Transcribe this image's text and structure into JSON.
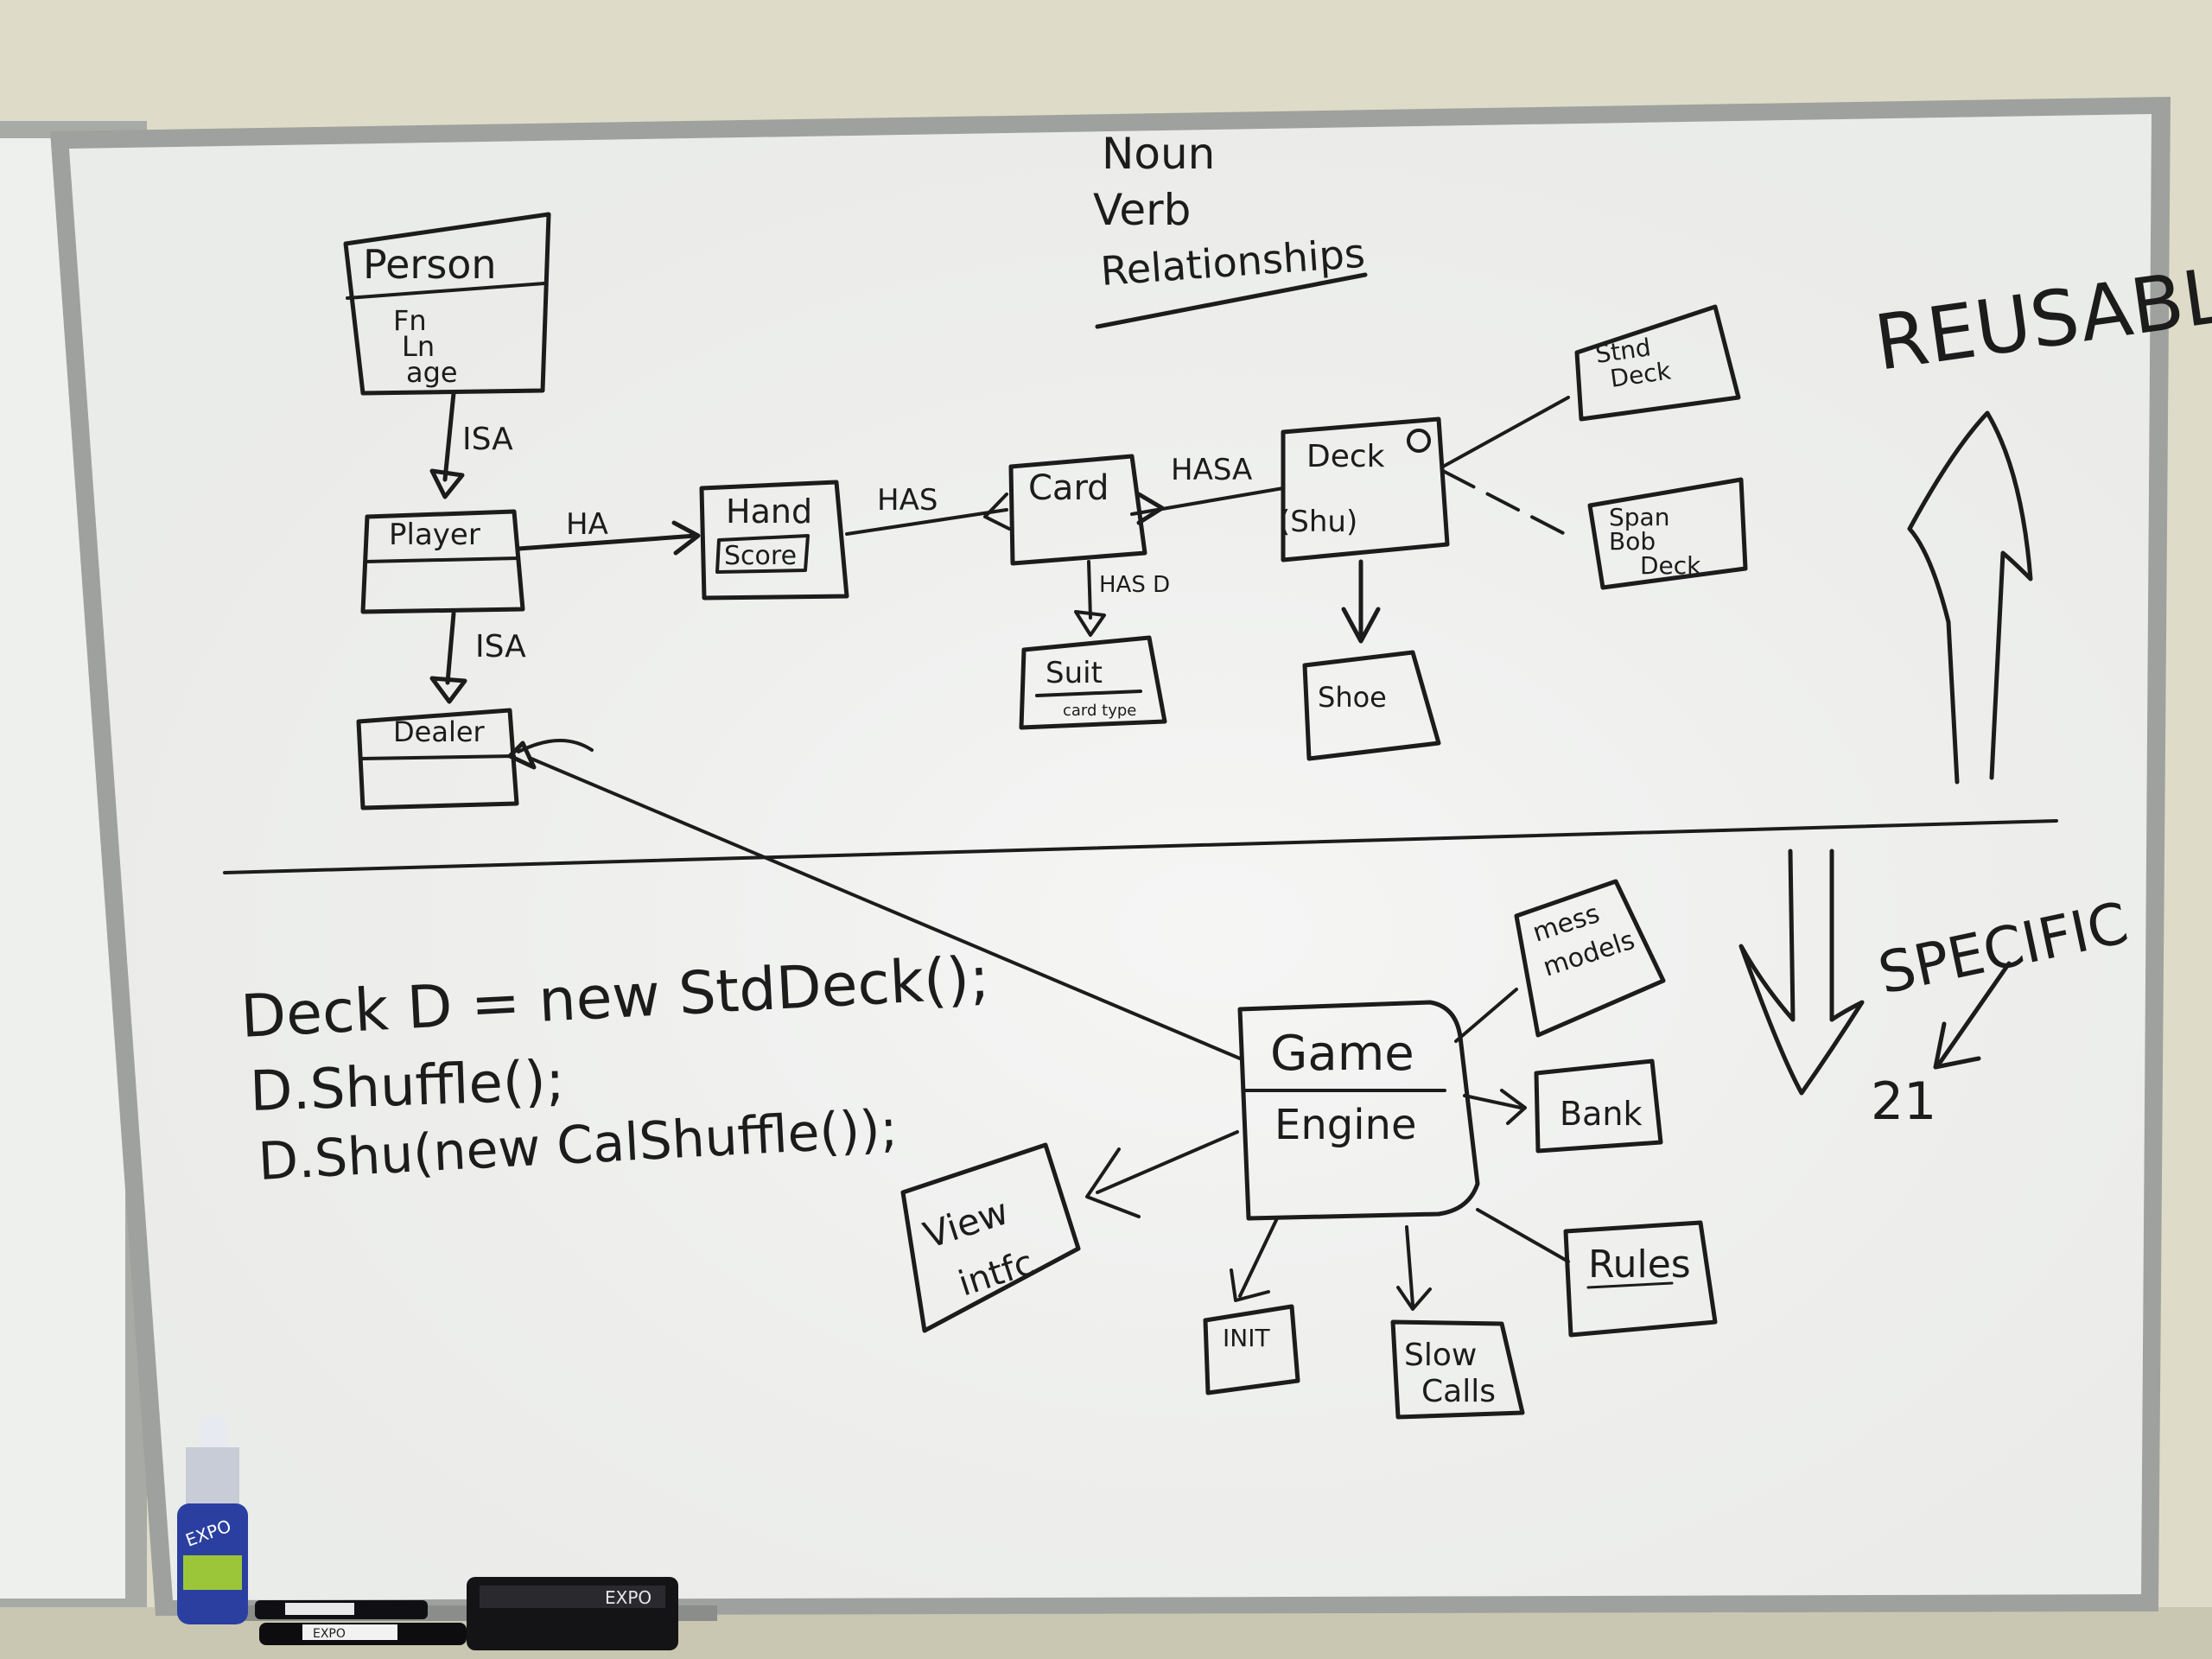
{
  "uml": {
    "person": {
      "title": "Person",
      "attrs": [
        "Fn",
        "Ln",
        "age"
      ]
    },
    "player": "Player",
    "dealer": "Dealer",
    "hand": {
      "title": "Hand",
      "field": "Score"
    },
    "card": "Card",
    "deck": {
      "title": "Deck",
      "method": "(Shu)"
    },
    "suit": {
      "title": "Suit",
      "sub": "card type"
    },
    "shoe": "Shoe",
    "std_deck": [
      "Stnd",
      "Deck"
    ],
    "span_deck": [
      "Span",
      "Bob",
      "Deck"
    ]
  },
  "relations": {
    "person_player": "ISA",
    "player_dealer": "ISA",
    "player_hand": "HA",
    "hand_card": "HAS",
    "card_deck": "HASA",
    "card_suit": "HAS D"
  },
  "top_words": [
    "Noun",
    "Verb",
    "Relationships"
  ],
  "side": {
    "reusable": "REUSABLE",
    "specific": "SPECIFIC",
    "num": "21"
  },
  "code_lines": [
    "Deck D = new StdDeck();",
    "D.Shuffle();",
    "D.Shu(new CalShuffle());"
  ],
  "engine": {
    "title": "Game",
    "sub": "Engine",
    "view": [
      "View",
      "intfc"
    ],
    "init": "INIT",
    "slow": [
      "Slow",
      "Calls"
    ],
    "rules": "Rules",
    "bank": "Bank",
    "mess": [
      "mess",
      "models"
    ]
  },
  "supplies": {
    "bottle_label": "EXPO",
    "marker_label": "EXPO",
    "eraser_label": "EXPO"
  },
  "colors": {
    "wall": "#dedcc8",
    "board": "#f0f1ef",
    "frame": "#a7a9a6",
    "ink": "#1c1c1c",
    "bottle": "#2a3fa0"
  }
}
